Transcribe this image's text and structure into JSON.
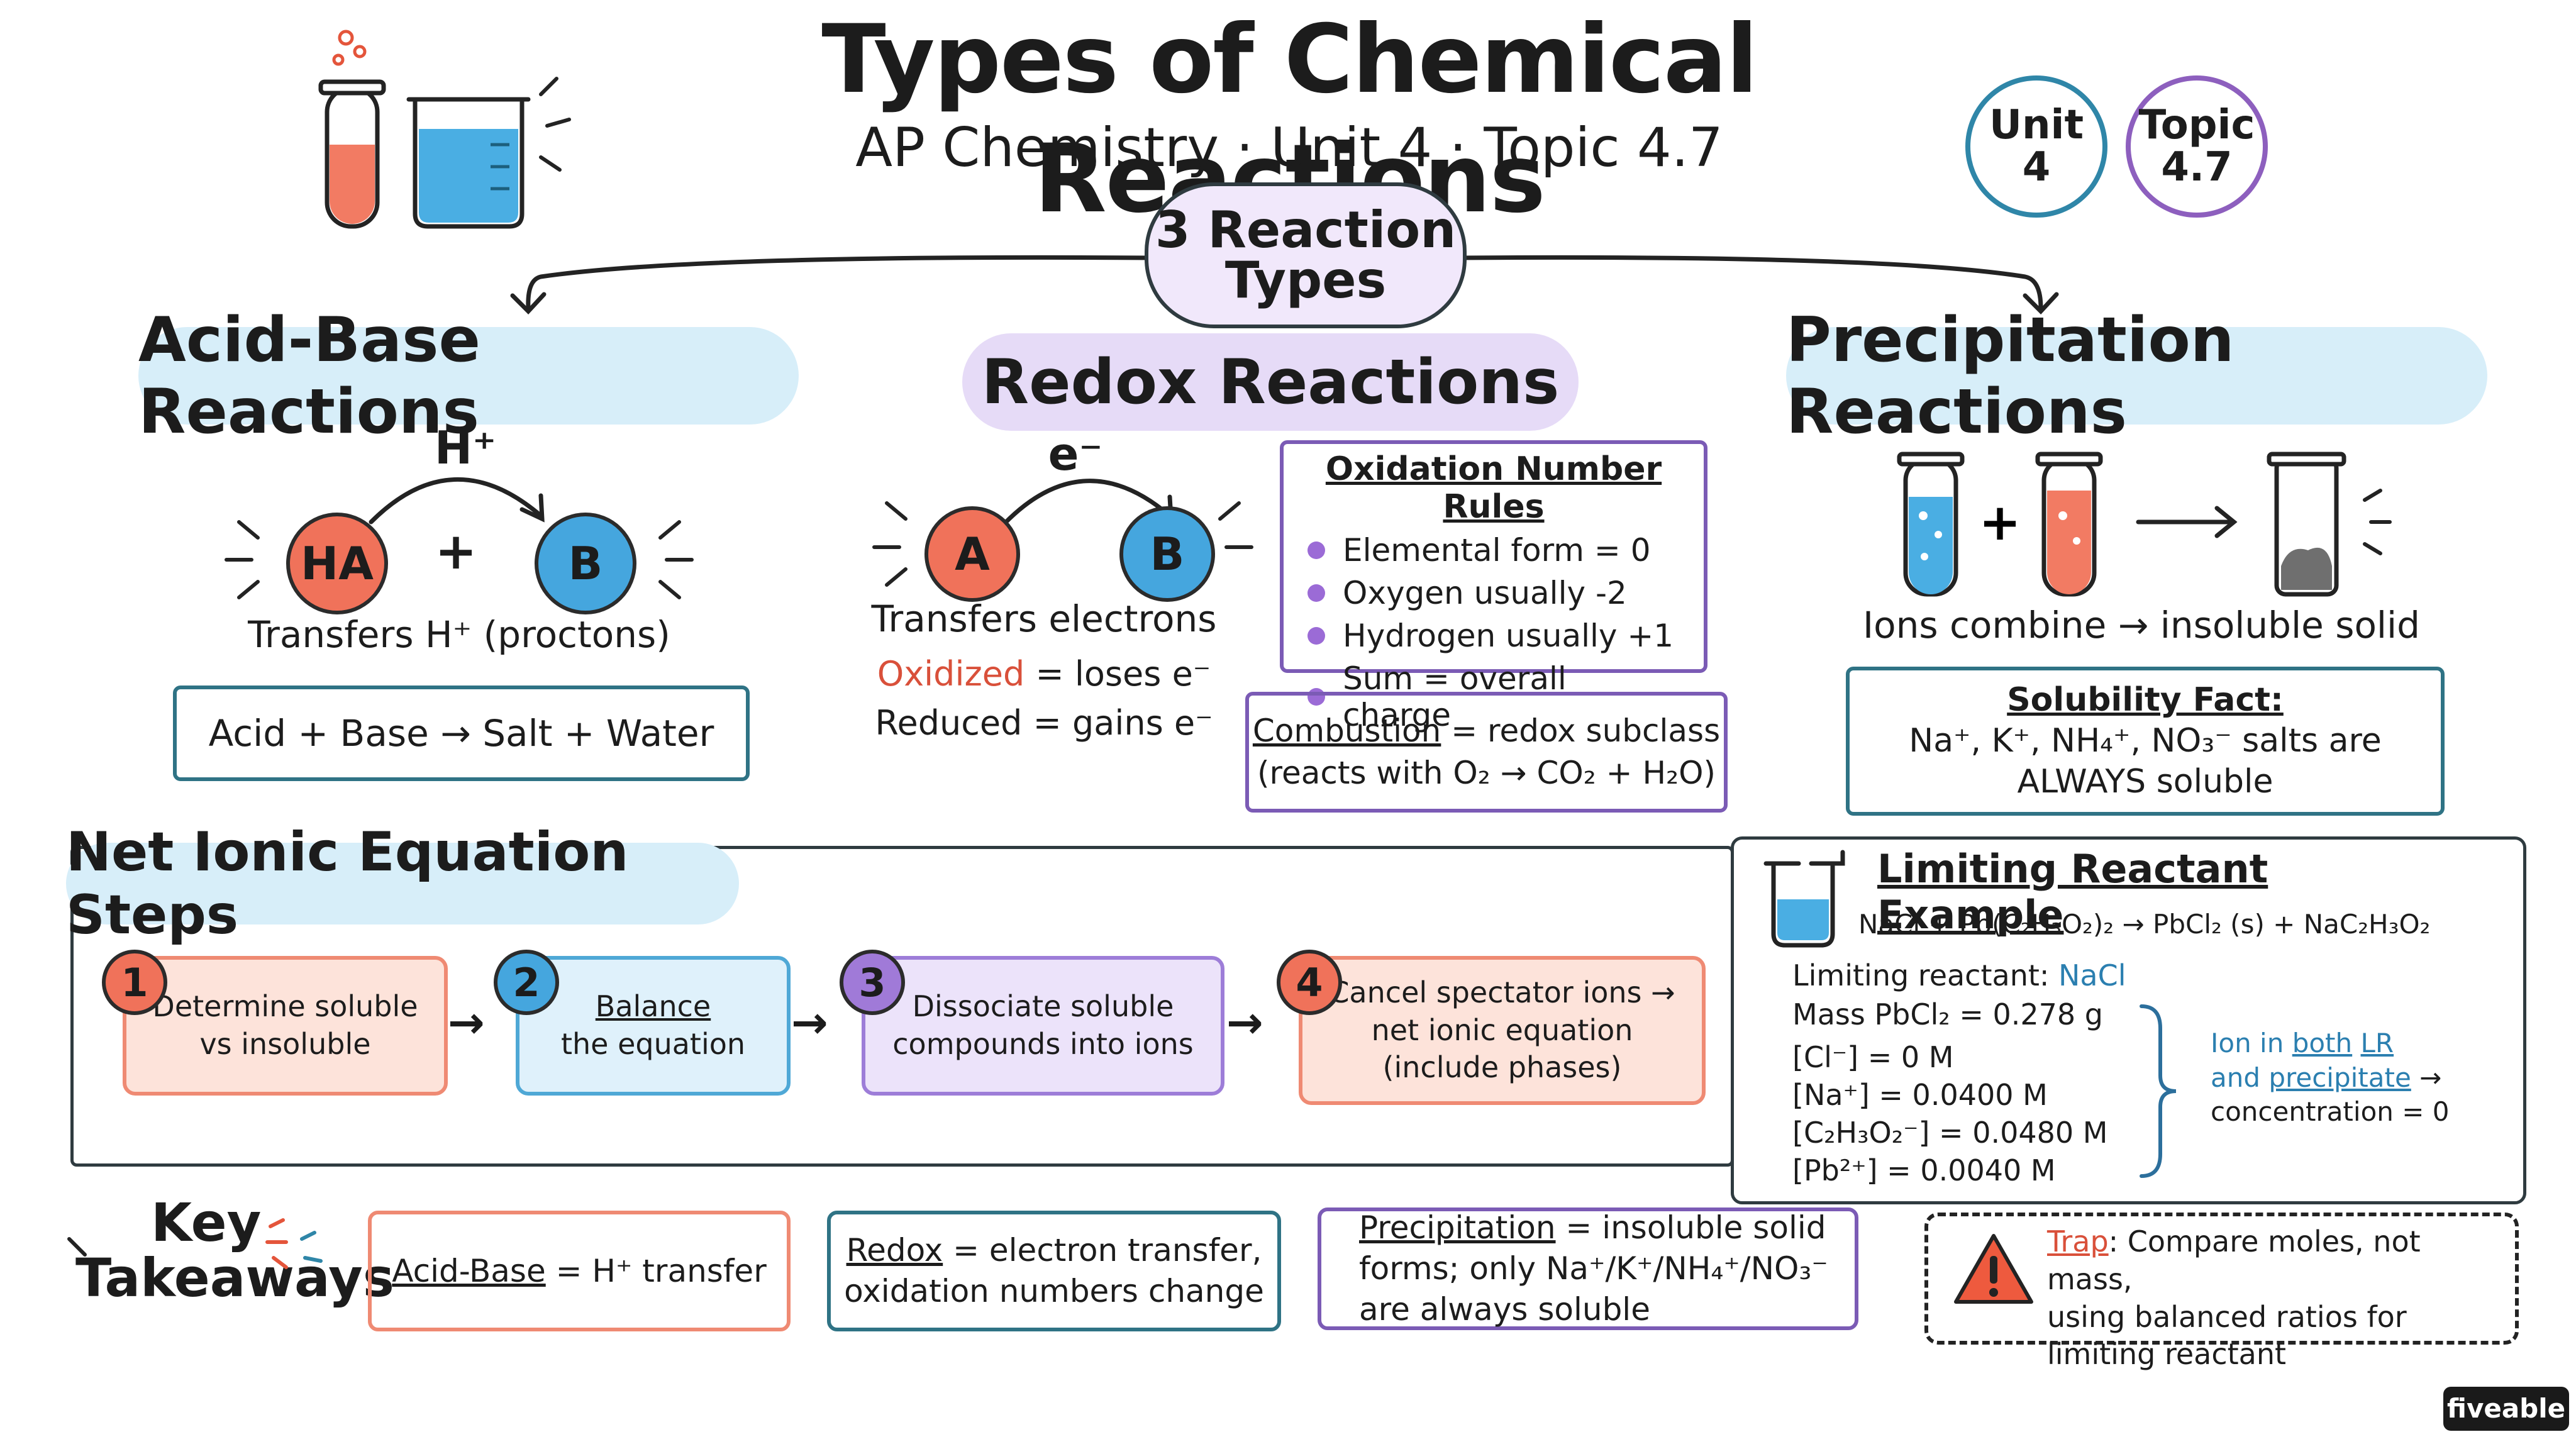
{
  "header": {
    "title": "Types of Chemical Reactions",
    "subtitle": "AP Chemistry · Unit 4 · Topic 4.7",
    "badges": [
      {
        "line1": "Unit",
        "line2": "4"
      },
      {
        "line1": "Topic",
        "line2": "4.7"
      }
    ]
  },
  "hub": {
    "line1": "3 Reaction",
    "line2": "Types"
  },
  "acid_base": {
    "heading": "Acid-Base Reactions",
    "arrow_label": "H⁺",
    "left": "HA",
    "plus": "+",
    "right": "B",
    "caption": "Transfers H⁺ (proctons)",
    "equation": "Acid + Base → Salt + Water"
  },
  "redox": {
    "heading": "Redox Reactions",
    "arrow_label": "e⁻",
    "left": "A",
    "right": "B",
    "caption": "Transfers electrons",
    "oxidized_word": "Oxidized",
    "oxidized_rest": " = loses e⁻",
    "reduced": "Reduced = gains e⁻",
    "rules": {
      "title": "Oxidation Number Rules",
      "items": [
        "Elemental form = 0",
        "Oxygen usually -2",
        "Hydrogen usually +1",
        "Sum = overall charge"
      ]
    },
    "combustion": {
      "word": "Combustion",
      "rest": " = redox subclass",
      "line2": "(reacts with O₂ → CO₂ + H₂O)"
    }
  },
  "precip": {
    "heading": "Precipitation Reactions",
    "plus": "+",
    "caption": "Ions combine → insoluble solid",
    "fact": {
      "title": "Solubility Fact:",
      "line1": "Na⁺, K⁺, NH₄⁺, NO₃⁻ salts are",
      "line2": "ALWAYS soluble"
    }
  },
  "net_ionic": {
    "heading": "Net Ionic Equation Steps",
    "steps": [
      {
        "num": "1",
        "line1": "Determine soluble",
        "line2": "vs insoluble",
        "line3": ""
      },
      {
        "num": "2",
        "line1": "Balance",
        "line2": "the equation",
        "line3": ""
      },
      {
        "num": "3",
        "line1": "Dissociate soluble",
        "line2": "compounds into ions",
        "line3": ""
      },
      {
        "num": "4",
        "line1": "Cancel spectator ions →",
        "line2": "net ionic equation",
        "line3": "(include phases)"
      }
    ]
  },
  "limiting": {
    "title": "Limiting Reactant Example",
    "equation": "NaCl + Pb(C₂H₃O₂)₂ → PbCl₂ (s) + NaC₂H₃O₂",
    "lr_label": "Limiting reactant: ",
    "lr_value": "NaCl",
    "mass": "Mass PbCl₂ = 0.278 g",
    "conc": [
      "[Cl⁻] = 0 M",
      "[Na⁺] = 0.0400 M",
      "[C₂H₃O₂⁻] = 0.0480 M",
      "[Pb²⁺] = 0.0040 M"
    ],
    "note": {
      "a": "Ion in ",
      "b": "both",
      "c": " ",
      "d": "LR",
      "e": "and ",
      "f": "precipitate",
      "g": " →",
      "h": "concentration = 0"
    }
  },
  "takeaways": {
    "heading_line1": "Key",
    "heading_line2": "Takeaways",
    "items": [
      {
        "strong": "Acid-Base",
        "rest": " = H⁺ transfer"
      },
      {
        "strong": "Redox",
        "rest": " = electron transfer,",
        "line2": "oxidation numbers change"
      },
      {
        "strong": "Precipitation",
        "rest": " = insoluble solid",
        "line2": "forms; only Na⁺/K⁺/NH₄⁺/NO₃⁻",
        "line3": "are always soluble"
      }
    ],
    "trap": {
      "word": "Trap",
      "rest": ": Compare moles, not mass,",
      "line2": "using balanced ratios for",
      "line3": "limiting reactant"
    }
  },
  "brand": "fiveable",
  "colors": {
    "orange": "#f0725a",
    "blue": "#45a6de",
    "purple": "#a07ad8",
    "teal_border": "#2f7385",
    "purple_border": "#7b5bb5",
    "orange_fill": "#fde3da",
    "blue_fill": "#dff1fb",
    "purple_fill": "#ece3fa"
  }
}
